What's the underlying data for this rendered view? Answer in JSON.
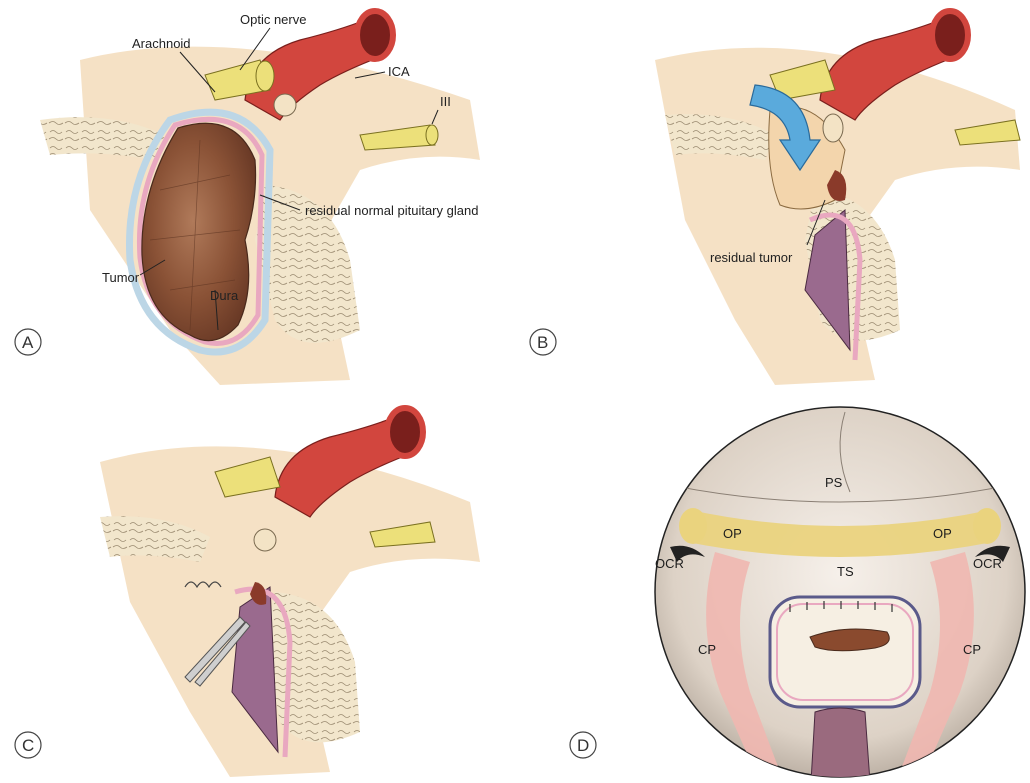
{
  "panels": {
    "a": {
      "letter": "A",
      "labels": {
        "optic_nerve": "Optic nerve",
        "arachnoid": "Arachnoid",
        "ica": "ICA",
        "iii": "III",
        "residual_gland": "residual normal pituitary gland",
        "tumor": "Tumor",
        "dura": "Dura"
      }
    },
    "b": {
      "letter": "B",
      "labels": {
        "residual_tumor": "residual tumor"
      }
    },
    "c": {
      "letter": "C"
    },
    "d": {
      "letter": "D",
      "labels": {
        "ps": "PS",
        "op_left": "OP",
        "op_right": "OP",
        "ocr_left": "OCR",
        "ocr_right": "OCR",
        "ts": "TS",
        "cp_left": "CP",
        "cp_right": "CP"
      }
    }
  },
  "colors": {
    "skin": "#f3dcbb",
    "bone": "#f0e4c8",
    "bone_speckle": "#9a8a70",
    "artery": "#d2463e",
    "artery_dark": "#7a1f1c",
    "nerve": "#ece07a",
    "tumor": "#8a5236",
    "dura_pink": "#e9a8c0",
    "dura_blue": "#bcd6e6",
    "purple": "#9a6a8e",
    "circle_bg": "#e8dfd6",
    "op_band": "#ead37e",
    "cp_band": "#f0b7b0"
  }
}
